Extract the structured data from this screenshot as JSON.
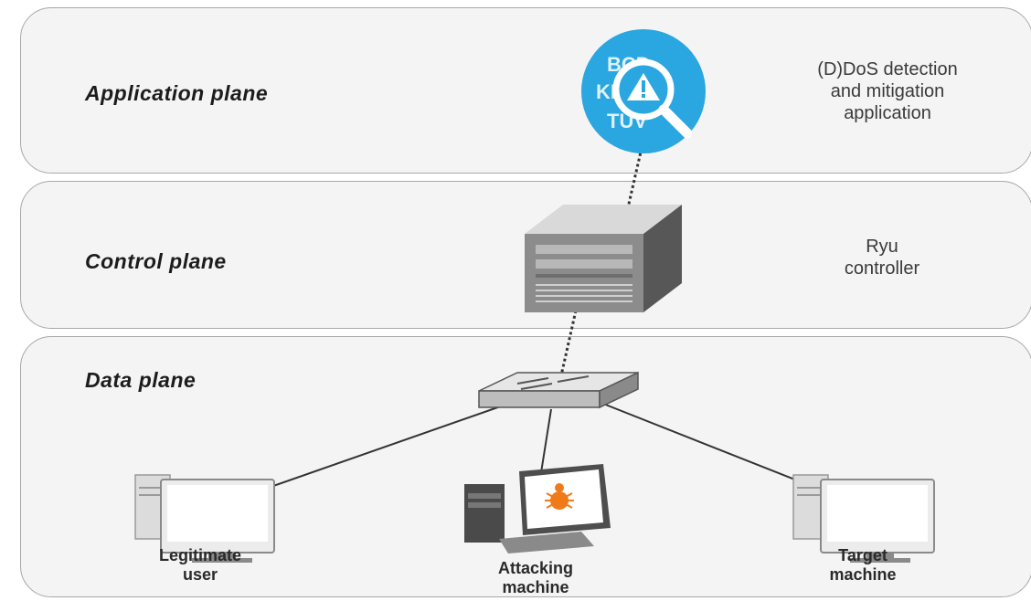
{
  "planes": {
    "application": "Application plane",
    "control": "Control plane",
    "data": "Data plane"
  },
  "labels": {
    "app_description": "(D)DoS detection\nand mitigation\napplication",
    "controller_description": "Ryu\ncontroller",
    "legitimate_user": "Legitimate\nuser",
    "attacking_machine": "Attacking\nmachine",
    "target_machine": "Target\nmachine"
  },
  "icon_text": {
    "line1": "BCD",
    "line2": "KI",
    "line3": "TUV"
  },
  "colors": {
    "app_badge": "#2aa6e0",
    "plane_fill": "#f4f4f4",
    "plane_border": "#a8a8a8",
    "attack_bug": "#f07a1a"
  }
}
